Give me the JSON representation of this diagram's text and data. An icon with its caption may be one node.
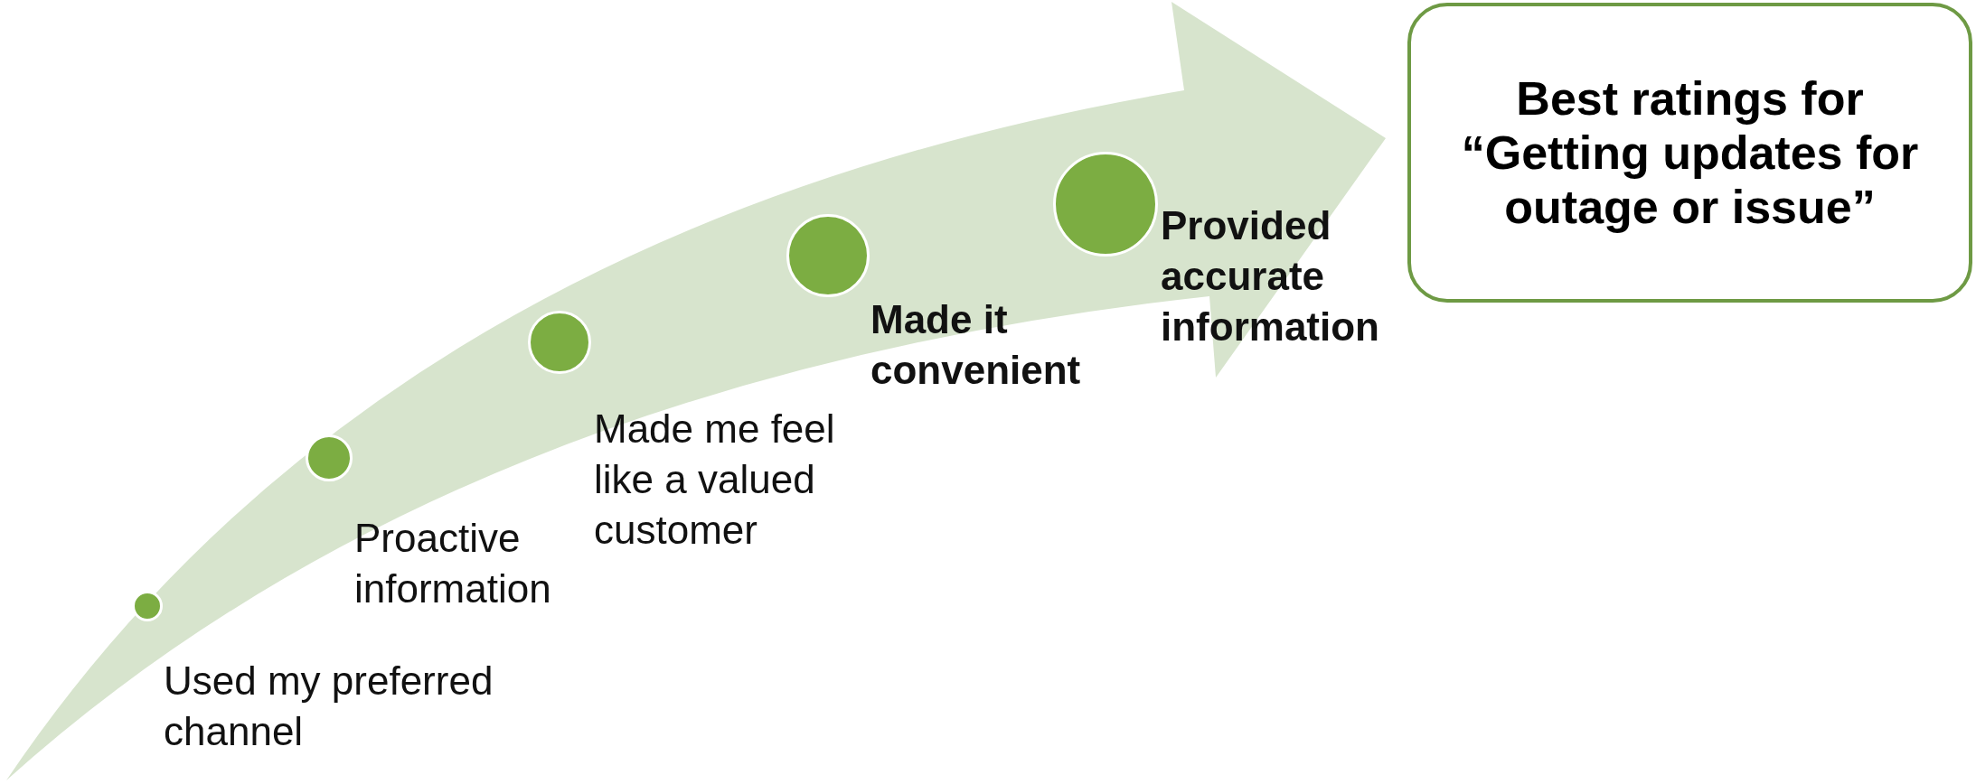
{
  "diagram": {
    "nodes": [
      {
        "text": [],
        "shape": "circle",
        "beside": [
          "Used my preferred channel"
        ]
      },
      {
        "text": [],
        "shape": "circle",
        "beside": [
          "Proactive information"
        ]
      },
      {
        "text": [],
        "shape": "circle",
        "beside": [
          "Made me feel like a valued customer"
        ]
      },
      {
        "text": [],
        "shape": "circle",
        "beside": [
          "Made it convenient"
        ]
      },
      {
        "text": [],
        "shape": "circle",
        "beside": [
          "Provided accurate information"
        ]
      },
      {
        "text": [
          "Best ratings for “Getting updates for outage or issue”"
        ]
      }
    ]
  }
}
